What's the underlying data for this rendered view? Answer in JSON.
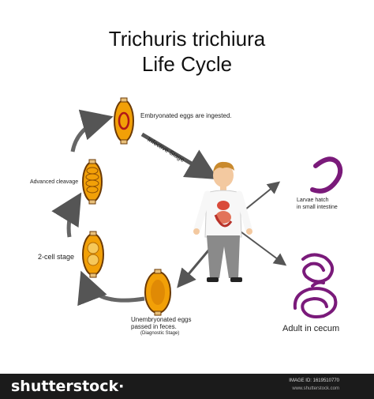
{
  "title": {
    "line1": "Trichuris trichiura",
    "line2": "Life Cycle"
  },
  "labels": {
    "embryonated": "Embryonated eggs are ingested.",
    "infective": "Infective Stage",
    "advanced": "Advanced cleavage",
    "two_cell": "2-cell stage",
    "unembryonated_1": "Unembryonated eggs",
    "unembryonated_2": "passed  in feces.",
    "diagnostic": "(Diagnostic Stage)",
    "larvae_1": "Larvae hatch",
    "larvae_2": "in small intestine",
    "adult": "Adult in cecum"
  },
  "footer": {
    "brand": "shutterstock·",
    "image_id": "IMAGE ID: 1619510770",
    "site": "www.shutterstock.com"
  },
  "colors": {
    "egg_fill": "#f2a007",
    "egg_outline": "#6b3a06",
    "egg_plug": "#e8c07a",
    "worm": "#7a1a7a",
    "arrow": "#555555",
    "footer_bg": "#1b1b1b"
  },
  "icons": [
    "egg-embryonated-icon",
    "egg-advanced-cleavage-icon",
    "egg-2-cell-icon",
    "egg-unembryonated-icon",
    "human-figure-icon",
    "larva-worm-icon",
    "adult-worm-icon"
  ]
}
